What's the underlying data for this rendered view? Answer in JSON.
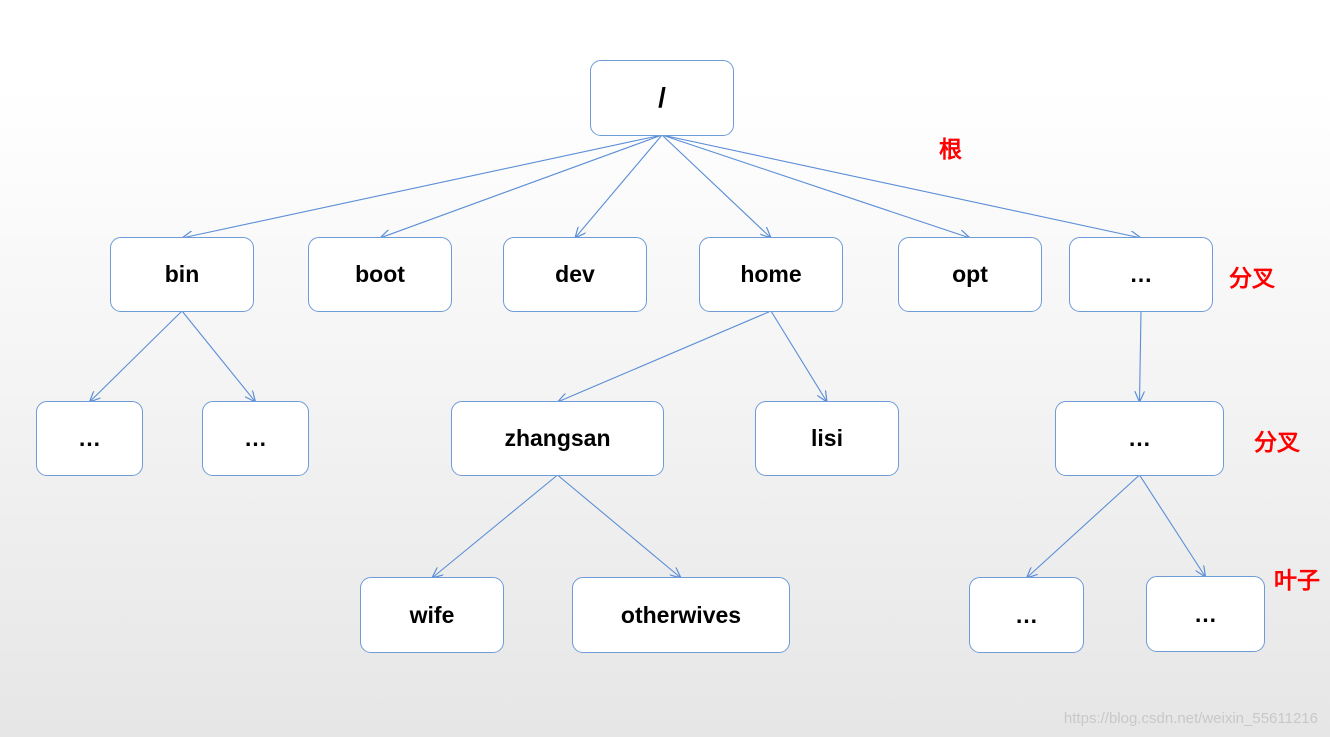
{
  "nodes": {
    "root": "/",
    "bin": "bin",
    "boot": "boot",
    "dev": "dev",
    "home": "home",
    "opt": "opt",
    "more": "…",
    "bin_child_1": "…",
    "bin_child_2": "…",
    "zhangsan": "zhangsan",
    "lisi": "lisi",
    "more_child": "…",
    "wife": "wife",
    "otherwives": "otherwives",
    "leaf_1": "…",
    "leaf_2": "…"
  },
  "edges": [
    [
      "root",
      "bin"
    ],
    [
      "root",
      "boot"
    ],
    [
      "root",
      "dev"
    ],
    [
      "root",
      "home"
    ],
    [
      "root",
      "opt"
    ],
    [
      "root",
      "more"
    ],
    [
      "bin",
      "bin_child_1"
    ],
    [
      "bin",
      "bin_child_2"
    ],
    [
      "home",
      "zhangsan"
    ],
    [
      "home",
      "lisi"
    ],
    [
      "more",
      "more_child"
    ],
    [
      "zhangsan",
      "wife"
    ],
    [
      "zhangsan",
      "otherwives"
    ],
    [
      "more_child",
      "leaf_1"
    ],
    [
      "more_child",
      "leaf_2"
    ]
  ],
  "labels": {
    "root": "根",
    "branch_1": "分叉",
    "branch_2": "分叉",
    "leaf": "叶子"
  },
  "colors": {
    "node_border": "#6f9bd8",
    "edge": "#5b8ed6",
    "label": "#ff0000"
  },
  "watermark": "https://blog.csdn.net/weixin_55611216"
}
